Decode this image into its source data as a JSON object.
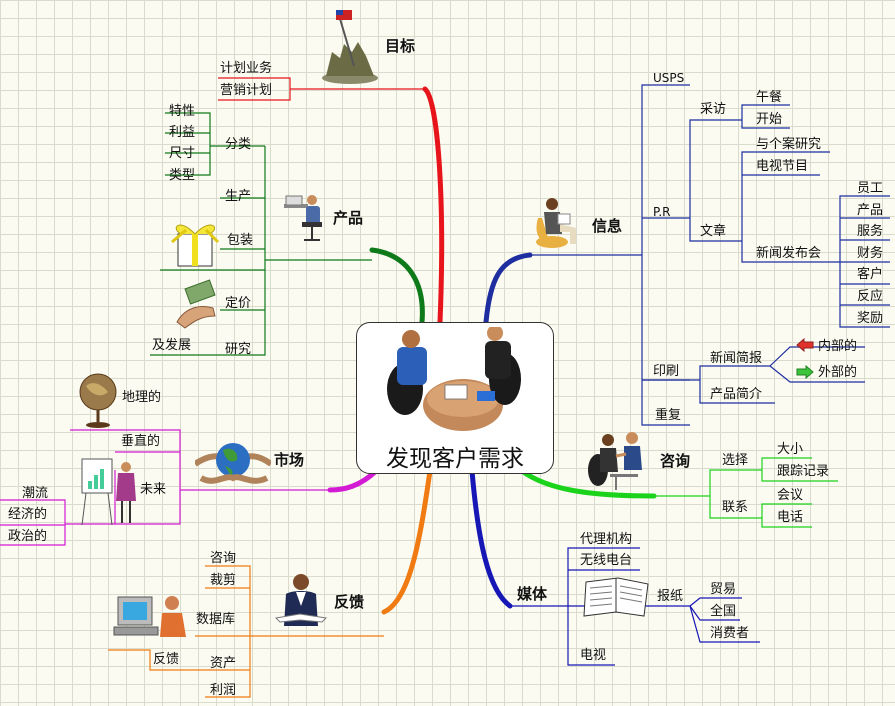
{
  "center": {
    "title": "发现客户需求",
    "icon": "business-meeting-icon"
  },
  "branches": {
    "goals": {
      "label": "目标",
      "color": "#e8141b",
      "icon": "flag-statue-icon",
      "items": [
        "计划业务",
        "营销计划"
      ]
    },
    "product": {
      "label": "产品",
      "color": "#0f7a1a",
      "icon": "person-at-desk-icon",
      "classify": {
        "label": "分类",
        "items": [
          "特性",
          "利益",
          "尺寸",
          "类型"
        ]
      },
      "items": [
        "生产",
        "包装",
        "定价",
        "研究"
      ],
      "extra": "及发展",
      "icons": [
        "gift-box-icon",
        "money-hand-icon"
      ]
    },
    "market": {
      "label": "市场",
      "color": "#d31bd3",
      "icon": "globe-hands-icon",
      "geo": "地理的",
      "vertical": "垂直的",
      "future": {
        "label": "未来",
        "items": [
          "潮流",
          "经济的",
          "政治的"
        ]
      },
      "icons": [
        "desk-globe-icon",
        "presenter-chart-icon"
      ]
    },
    "feedback": {
      "label": "反馈",
      "color": "#f07b12",
      "icon": "reader-icon",
      "items": [
        "咨询",
        "裁剪",
        "数据库",
        "资产",
        "利润"
      ],
      "asset_child": "反馈",
      "icons": [
        "computer-user-icon"
      ]
    },
    "media": {
      "label": "媒体",
      "color": "#1717b5",
      "icon": "newspaper-icon",
      "items": [
        "代理机构",
        "无线电台",
        "报纸",
        "电视"
      ],
      "paper": [
        "贸易",
        "全国",
        "消费者"
      ]
    },
    "consult": {
      "label": "咨询",
      "color": "#1cd31c",
      "icon": "handshake-icon",
      "select": {
        "label": "选择",
        "items": [
          "大小",
          "跟踪记录"
        ]
      },
      "contact": {
        "label": "联系",
        "items": [
          "会议",
          "电话"
        ]
      }
    },
    "info": {
      "label": "信息",
      "color": "#1e2ea0",
      "icon": "reading-person-icon",
      "usps": "USPS",
      "pr": "P.R",
      "interview": {
        "label": "采访",
        "items": [
          "午餐",
          "开始"
        ]
      },
      "article": {
        "label": "文章",
        "items": [
          "与个案研究",
          "电视节目",
          "新闻发布会"
        ]
      },
      "release": [
        "员工",
        "产品",
        "服务",
        "财务",
        "客户",
        "反应",
        "奖励"
      ],
      "print": {
        "label": "印刷",
        "brief": "新闻简报",
        "intro": "产品简介",
        "inner": "内部的",
        "outer": "外部的"
      },
      "repeat": "重复"
    }
  }
}
